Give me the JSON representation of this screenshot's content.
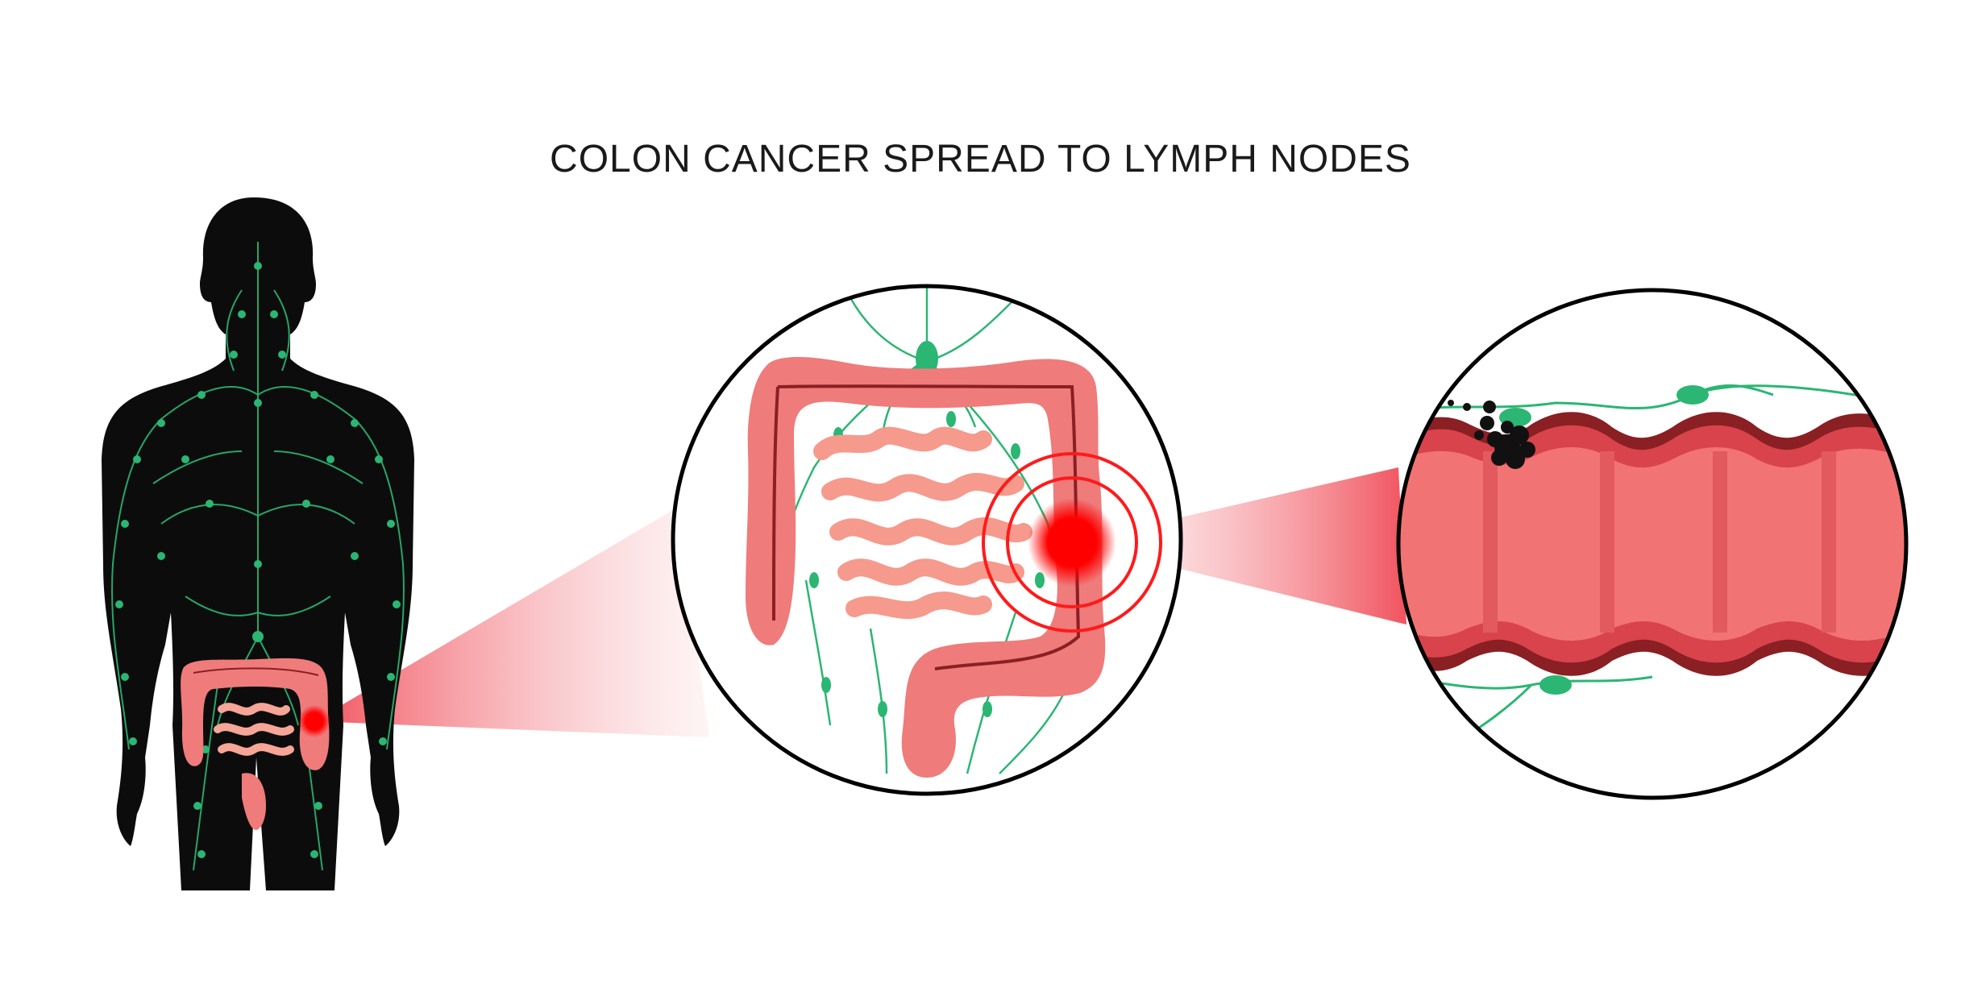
{
  "title": "COLON CANCER SPREAD TO LYMPH NODES",
  "colors": {
    "background": "#ffffff",
    "body_silhouette": "#0c0c0c",
    "lymph_vessel": "#2bb673",
    "lymph_node": "#28b46e",
    "colon_outer": "#ef7b7b",
    "colon_inner": "#f59a8c",
    "colon_dark": "#8a1f24",
    "tumor": "#ff0000",
    "metastasis": "#111111",
    "zoom_beam": "#f26a72"
  },
  "panels": [
    {
      "name": "body-figure",
      "icons": [
        "human-silhouette-icon",
        "lymphatic-system-icon",
        "intestines-icon",
        "tumor-spot-icon"
      ]
    },
    {
      "name": "colon-magnified",
      "icons": [
        "colon-icon",
        "small-intestine-icon",
        "lymph-node-icon",
        "tumor-target-icon"
      ]
    },
    {
      "name": "colon-wall-closeup",
      "icons": [
        "colon-segment-icon",
        "lymph-vessel-icon",
        "metastatic-cluster-icon"
      ]
    }
  ]
}
